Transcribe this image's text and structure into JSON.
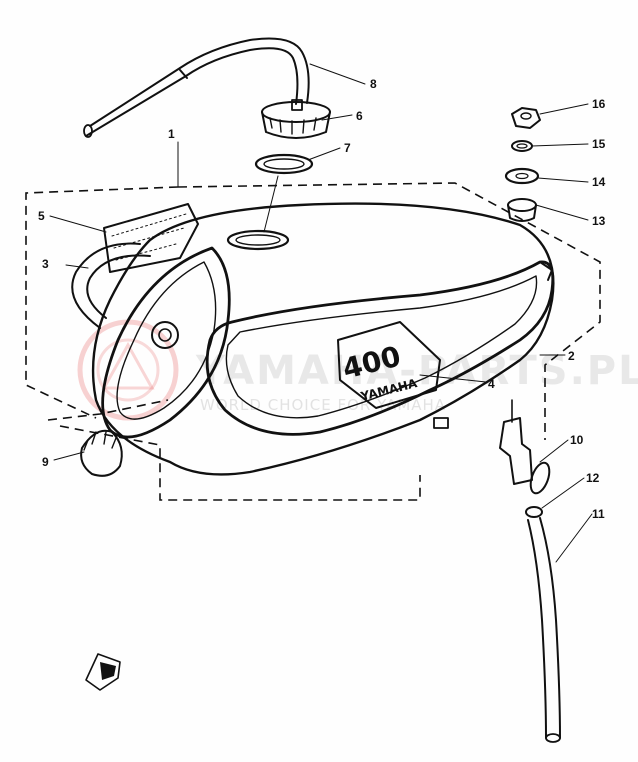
{
  "callouts": [
    {
      "id": "c1",
      "label": "1"
    },
    {
      "id": "c2",
      "label": "2"
    },
    {
      "id": "c3",
      "label": "3"
    },
    {
      "id": "c4",
      "label": "4"
    },
    {
      "id": "c5",
      "label": "5"
    },
    {
      "id": "c6",
      "label": "6"
    },
    {
      "id": "c7",
      "label": "7"
    },
    {
      "id": "c8",
      "label": "8"
    },
    {
      "id": "c9",
      "label": "9"
    },
    {
      "id": "c10",
      "label": "10"
    },
    {
      "id": "c11",
      "label": "11"
    },
    {
      "id": "c12",
      "label": "12"
    },
    {
      "id": "c13",
      "label": "13"
    },
    {
      "id": "c14",
      "label": "14"
    },
    {
      "id": "c15",
      "label": "15"
    },
    {
      "id": "c16",
      "label": "16"
    }
  ],
  "tank_badge": {
    "model": "400",
    "brand": "YAMAHA"
  },
  "watermark": {
    "main": "YAMAHA-PARTS.PL",
    "sub": "WORLD CHOICE FOR YAMAHA",
    "color": "#e03030"
  }
}
